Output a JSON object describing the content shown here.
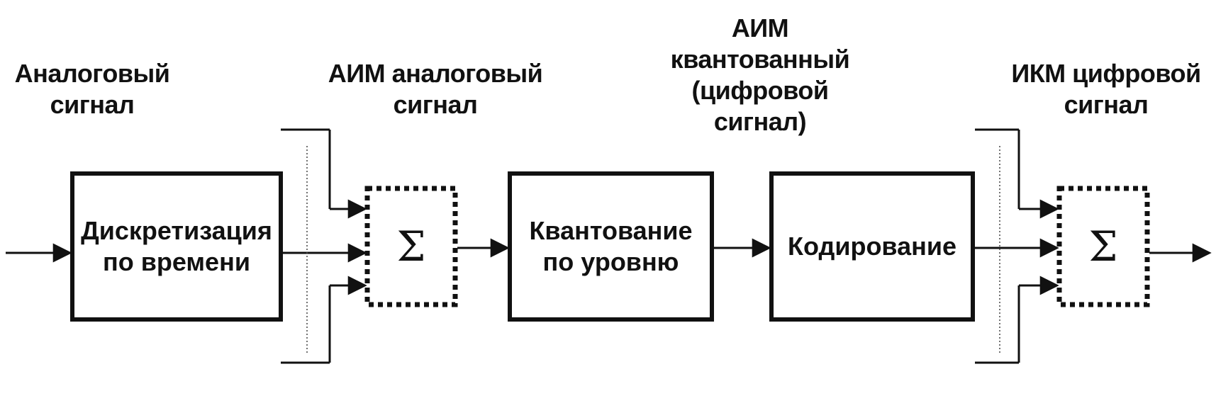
{
  "labels": {
    "input_signal": "Аналоговый\nсигнал",
    "pam_analog": "АИМ аналоговый\nсигнал",
    "pam_quantized": "АИМ\nквантованный\n(цифровой\nсигнал)",
    "pcm_digital": "ИКМ цифровой\nсигнал"
  },
  "blocks": {
    "sampling": "Дискретизация\nпо времени",
    "quantization": "Квантование\nпо уровню",
    "coding": "Кодирование",
    "sum1": "Σ",
    "sum2": "Σ"
  }
}
